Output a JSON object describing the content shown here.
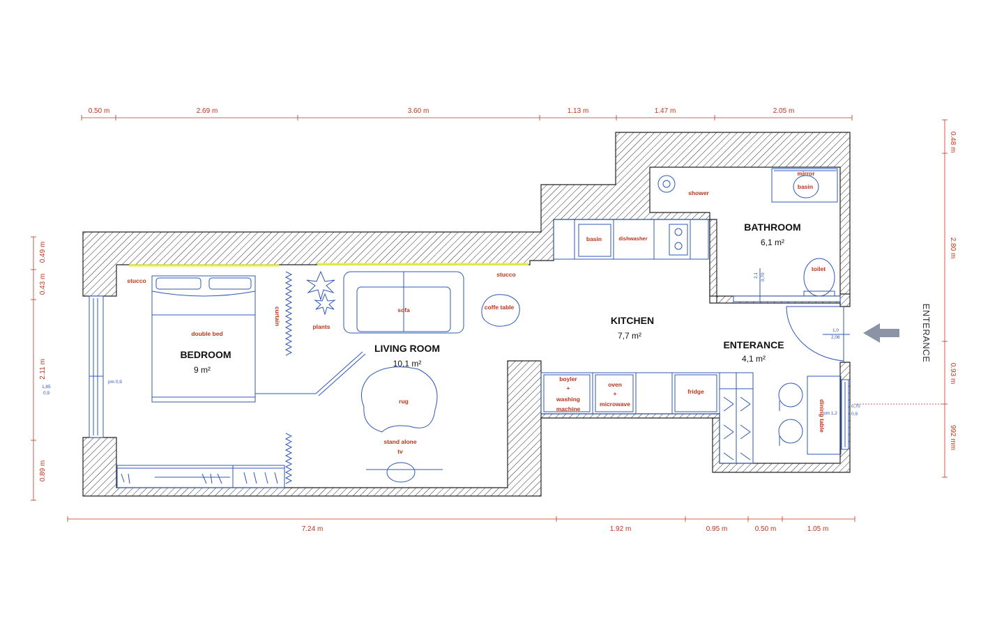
{
  "rooms": {
    "bedroom": {
      "name": "BEDROOM",
      "area": "9 m²"
    },
    "living": {
      "name": "LIVING ROOM",
      "area": "10,1 m²"
    },
    "kitchen": {
      "name": "KITCHEN",
      "area": "7,7 m²"
    },
    "bathroom": {
      "name": "BATHROOM",
      "area": "6,1 m²"
    },
    "entrance": {
      "name": "ENTERANCE",
      "area": "4,1 m²"
    }
  },
  "entrance_label": "ENTERANCE",
  "labels": {
    "stucco_left": "stucco",
    "stucco_right": "stucco",
    "double_bed": "double bed",
    "curtain": "curtain",
    "plants": "plants",
    "sofa": "sofa",
    "coffe_table": "coffe table",
    "rug": "rug",
    "tv_line1": "stand alone",
    "tv_line2": "tv",
    "basin_kitchen": "basin",
    "dishwasher": "dishwasher",
    "shower": "shower",
    "mirror": "mirror",
    "basin_bath": "basin",
    "toilet": "toilet",
    "boyler_1": "boyler",
    "boyler_2": "+",
    "boyler_3": "washing",
    "boyler_4": "machine",
    "oven_1": "oven",
    "oven_2": "+",
    "oven_3": "microwave",
    "fridge": "fridge",
    "dining_table": "dining table"
  },
  "small_marks": {
    "pm_left": "pm 0,9",
    "win_185": "1,85",
    "win_09": "0,9",
    "bath_070": "0,70",
    "bath_21": "2,1",
    "door_10": "1,0",
    "door_206": "2,06",
    "pm_right": "pm 1,2",
    "right_070": "0,70",
    "right_09": "0,9"
  },
  "dims_top": [
    "0.50 m",
    "2.69 m",
    "3.60 m",
    "1.13 m",
    "1.47 m",
    "2.05 m"
  ],
  "dims_bottom": [
    "7.24 m",
    "1.92 m",
    "0.95 m",
    "0.50 m",
    "1.05 m"
  ],
  "dims_left": [
    "0.49 m",
    "0.43 m",
    "2.11 m",
    "0.89 m"
  ],
  "dims_right": [
    "0.48 m",
    "2.80 m",
    "0.93 m",
    "992 mm"
  ],
  "colors": {
    "wall": "#222222",
    "furniture": "#2c56b8",
    "labels": "#c0341a",
    "stucco": "#e6ef32",
    "arrow": "#8a94a6"
  }
}
